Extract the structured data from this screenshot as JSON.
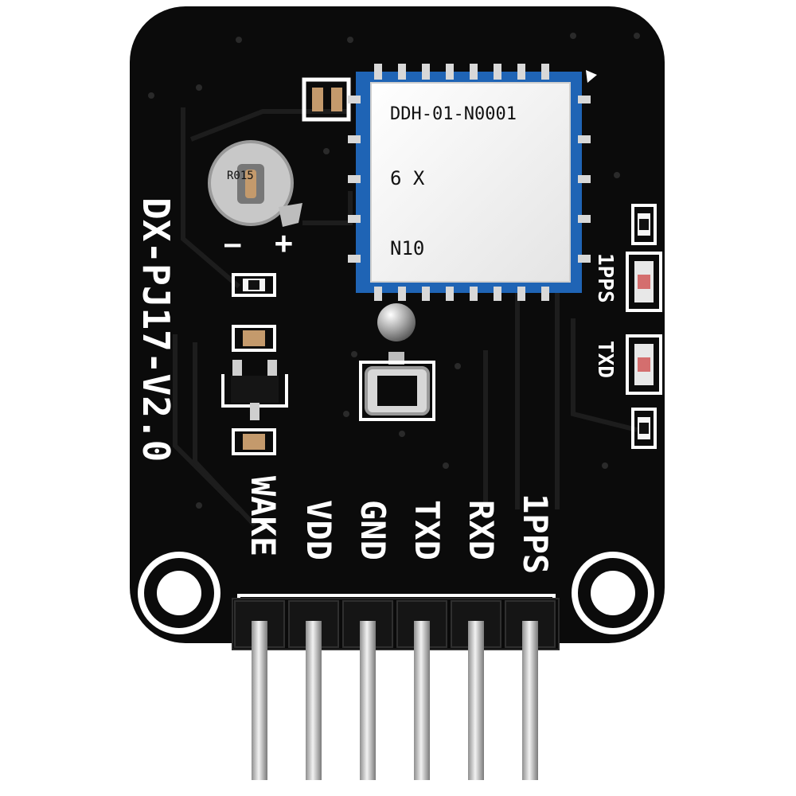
{
  "board": {
    "name": "DX-PJ17-V2.0",
    "color": "#0b0b0b",
    "silk_color": "#ffffff"
  },
  "module": {
    "line1": "DDH-01-N0001",
    "line2": "6 X",
    "line3": "N10"
  },
  "battery": {
    "minus": "–",
    "plus": "+",
    "label": "R015"
  },
  "leds": [
    {
      "label": "1PPS"
    },
    {
      "label": "TXD"
    }
  ],
  "pins": [
    {
      "label": "WAKE"
    },
    {
      "label": "VDD"
    },
    {
      "label": "GND"
    },
    {
      "label": "TXD"
    },
    {
      "label": "RXD"
    },
    {
      "label": "1PPS"
    }
  ]
}
